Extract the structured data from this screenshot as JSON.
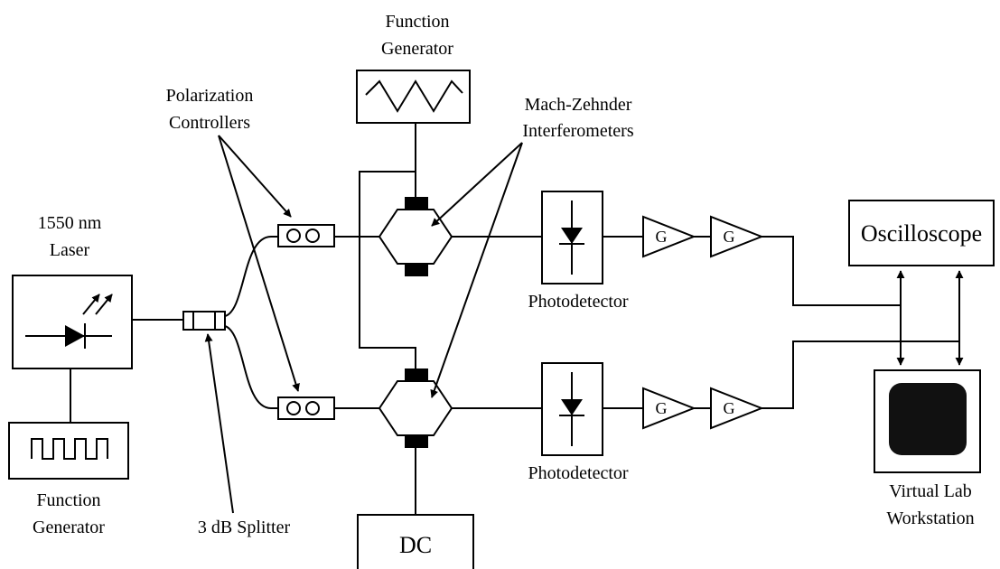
{
  "labels": {
    "function_generator_top": [
      "Function",
      "Generator"
    ],
    "mach_zehnder": [
      "Mach-Zehnder",
      "Interferometers"
    ],
    "polarization_controllers": [
      "Polarization",
      "Controllers"
    ],
    "laser": [
      "1550 nm",
      "Laser"
    ],
    "function_generator_bottom": [
      "Function",
      "Generator"
    ],
    "splitter": "3 dB Splitter",
    "photodetector_top": "Photodetector",
    "photodetector_bottom": "Photodetector",
    "oscilloscope": "Oscilloscope",
    "workstation": [
      "Virtual Lab",
      "Workstation"
    ],
    "dc": "DC",
    "amp": "G"
  }
}
